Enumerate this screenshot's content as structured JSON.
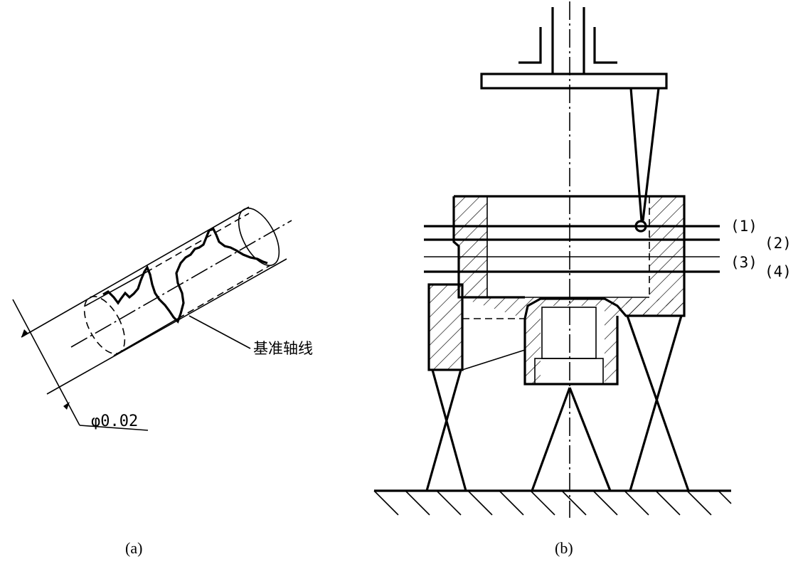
{
  "figure_a": {
    "datum_label": "基准轴线",
    "tolerance_label": "φ0.02",
    "caption": "(a)"
  },
  "figure_b": {
    "levels": [
      "(1)",
      "(2)",
      "(3)",
      "(4)"
    ],
    "caption": "(b)"
  }
}
